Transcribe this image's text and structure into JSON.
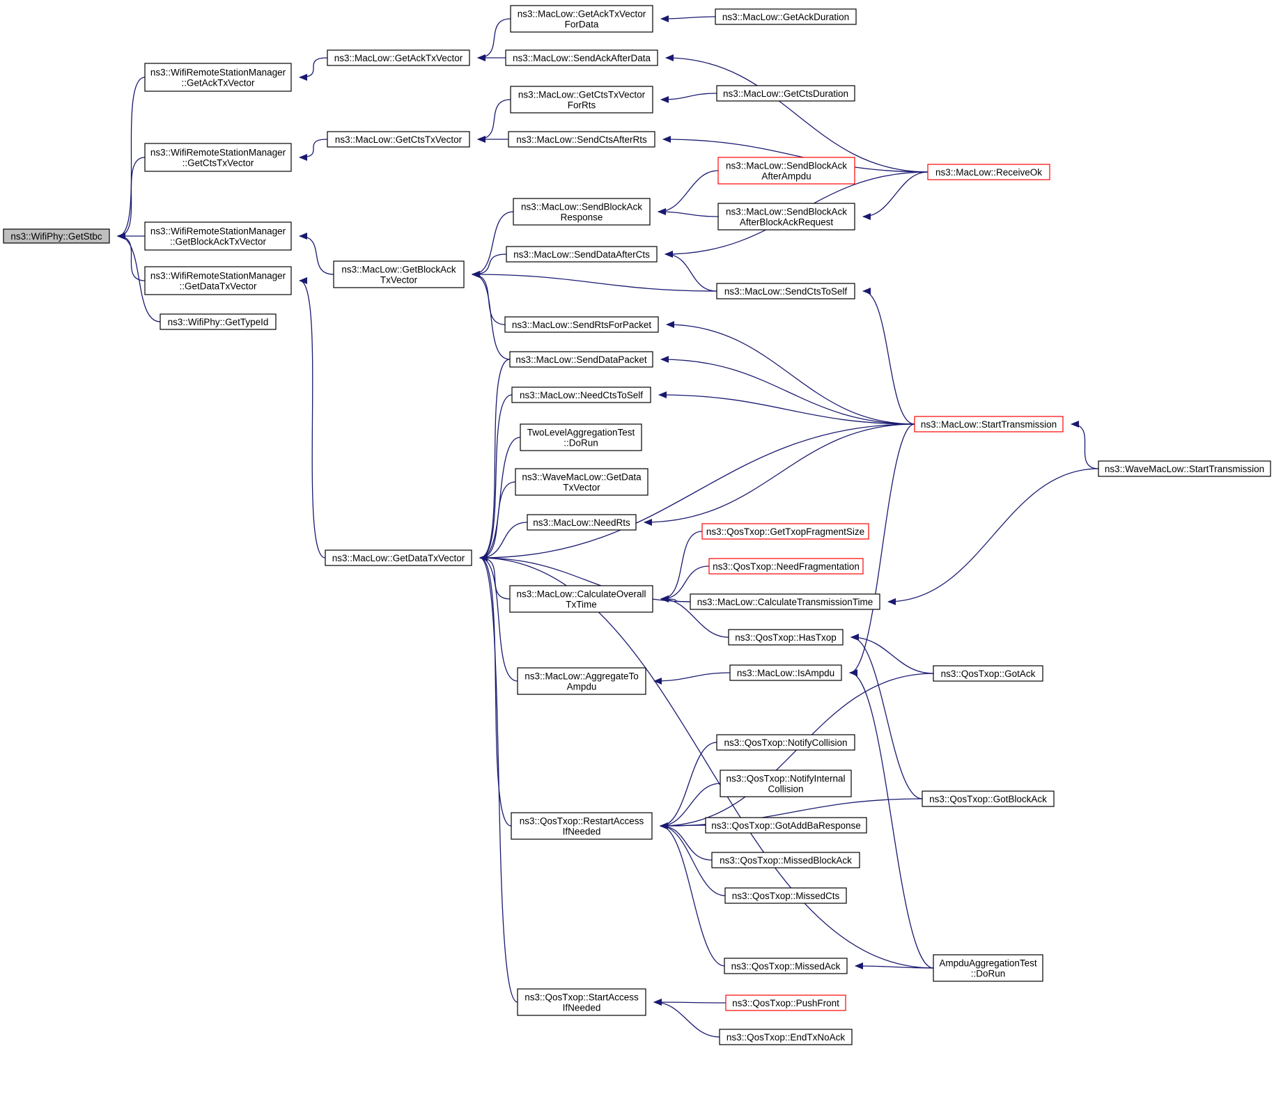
{
  "nodes": [
    {
      "id": "getstbc",
      "lines": [
        "ns3::WifiPhy::GetStbc"
      ],
      "root": true
    },
    {
      "id": "wrsm_getacktx",
      "lines": [
        "ns3::WifiRemoteStationManager",
        "::GetAckTxVector"
      ]
    },
    {
      "id": "wrsm_getctstx",
      "lines": [
        "ns3::WifiRemoteStationManager",
        "::GetCtsTxVector"
      ]
    },
    {
      "id": "wrsm_getbatx",
      "lines": [
        "ns3::WifiRemoteStationManager",
        "::GetBlockAckTxVector"
      ]
    },
    {
      "id": "wrsm_getdatatx",
      "lines": [
        "ns3::WifiRemoteStationManager",
        "::GetDataTxVector"
      ]
    },
    {
      "id": "wifiphy_gettypeid",
      "lines": [
        "ns3::WifiPhy::GetTypeId"
      ]
    },
    {
      "id": "ml_getacktx",
      "lines": [
        "ns3::MacLow::GetAckTxVector"
      ]
    },
    {
      "id": "ml_getctstx",
      "lines": [
        "ns3::MacLow::GetCtsTxVector"
      ]
    },
    {
      "id": "ml_getbatx",
      "lines": [
        "ns3::MacLow::GetBlockAck",
        "TxVector"
      ]
    },
    {
      "id": "ml_getdatatx",
      "lines": [
        "ns3::MacLow::GetDataTxVector"
      ]
    },
    {
      "id": "ml_getacktxfordata",
      "lines": [
        "ns3::MacLow::GetAckTxVector",
        "ForData"
      ]
    },
    {
      "id": "ml_sendackafterdata",
      "lines": [
        "ns3::MacLow::SendAckAfterData"
      ]
    },
    {
      "id": "ml_getctstxforrts",
      "lines": [
        "ns3::MacLow::GetCtsTxVector",
        "ForRts"
      ]
    },
    {
      "id": "ml_sendctsafterrts",
      "lines": [
        "ns3::MacLow::SendCtsAfterRts"
      ]
    },
    {
      "id": "ml_sendbaresponse",
      "lines": [
        "ns3::MacLow::SendBlockAck",
        "Response"
      ]
    },
    {
      "id": "ml_senddataaftercts",
      "lines": [
        "ns3::MacLow::SendDataAfterCts"
      ]
    },
    {
      "id": "ml_sendrtsforpacket",
      "lines": [
        "ns3::MacLow::SendRtsForPacket"
      ]
    },
    {
      "id": "ml_senddatapacket",
      "lines": [
        "ns3::MacLow::SendDataPacket"
      ]
    },
    {
      "id": "ml_needctstoself",
      "lines": [
        "ns3::MacLow::NeedCtsToSelf"
      ]
    },
    {
      "id": "tla_dorun",
      "lines": [
        "TwoLevelAggregationTest",
        "::DoRun"
      ]
    },
    {
      "id": "wml_getdatatx",
      "lines": [
        "ns3::WaveMacLow::GetData",
        "TxVector"
      ]
    },
    {
      "id": "ml_needrts",
      "lines": [
        "ns3::MacLow::NeedRts"
      ]
    },
    {
      "id": "ml_calcoverall",
      "lines": [
        "ns3::MacLow::CalculateOverall",
        "TxTime"
      ]
    },
    {
      "id": "ml_aggregatetoampdu",
      "lines": [
        "ns3::MacLow::AggregateTo",
        "Ampdu"
      ]
    },
    {
      "id": "qt_restartaccess",
      "lines": [
        "ns3::QosTxop::RestartAccess",
        "IfNeeded"
      ]
    },
    {
      "id": "qt_startaccess",
      "lines": [
        "ns3::QosTxop::StartAccess",
        "IfNeeded"
      ]
    },
    {
      "id": "ml_getackduration",
      "lines": [
        "ns3::MacLow::GetAckDuration"
      ]
    },
    {
      "id": "ml_getctsduration",
      "lines": [
        "ns3::MacLow::GetCtsDuration"
      ]
    },
    {
      "id": "ml_sendbaafterampdu",
      "lines": [
        "ns3::MacLow::SendBlockAck",
        "AfterAmpdu"
      ],
      "truncated": true
    },
    {
      "id": "ml_sendbaafterbar",
      "lines": [
        "ns3::MacLow::SendBlockAck",
        "AfterBlockAckRequest"
      ]
    },
    {
      "id": "ml_sendctstoself",
      "lines": [
        "ns3::MacLow::SendCtsToSelf"
      ]
    },
    {
      "id": "qt_gettxopfrag",
      "lines": [
        "ns3::QosTxop::GetTxopFragmentSize"
      ],
      "truncated": true
    },
    {
      "id": "qt_needfrag",
      "lines": [
        "ns3::QosTxop::NeedFragmentation"
      ],
      "truncated": true
    },
    {
      "id": "ml_calctranstime",
      "lines": [
        "ns3::MacLow::CalculateTransmissionTime"
      ]
    },
    {
      "id": "qt_hastxop",
      "lines": [
        "ns3::QosTxop::HasTxop"
      ]
    },
    {
      "id": "ml_isampdu",
      "lines": [
        "ns3::MacLow::IsAmpdu"
      ]
    },
    {
      "id": "qt_notifycollision",
      "lines": [
        "ns3::QosTxop::NotifyCollision"
      ]
    },
    {
      "id": "qt_notifyinternal",
      "lines": [
        "ns3::QosTxop::NotifyInternal",
        "Collision"
      ]
    },
    {
      "id": "qt_gotaddba",
      "lines": [
        "ns3::QosTxop::GotAddBaResponse"
      ]
    },
    {
      "id": "qt_missedblockack",
      "lines": [
        "ns3::QosTxop::MissedBlockAck"
      ]
    },
    {
      "id": "qt_missedcts",
      "lines": [
        "ns3::QosTxop::MissedCts"
      ]
    },
    {
      "id": "qt_missedack",
      "lines": [
        "ns3::QosTxop::MissedAck"
      ]
    },
    {
      "id": "qt_pushfront",
      "lines": [
        "ns3::QosTxop::PushFront"
      ],
      "truncated": true
    },
    {
      "id": "qt_endtxnoack",
      "lines": [
        "ns3::QosTxop::EndTxNoAck"
      ]
    },
    {
      "id": "ml_receiveok",
      "lines": [
        "ns3::MacLow::ReceiveOk"
      ],
      "truncated": true
    },
    {
      "id": "ml_starttx",
      "lines": [
        "ns3::MacLow::StartTransmission"
      ],
      "truncated": true
    },
    {
      "id": "qt_gotack",
      "lines": [
        "ns3::QosTxop::GotAck"
      ]
    },
    {
      "id": "qt_gotblockack",
      "lines": [
        "ns3::QosTxop::GotBlockAck"
      ]
    },
    {
      "id": "aat_dorun",
      "lines": [
        "AmpduAggregationTest",
        "::DoRun"
      ]
    },
    {
      "id": "wml_starttx",
      "lines": [
        "ns3::WaveMacLow::StartTransmission"
      ]
    }
  ],
  "edges": [
    [
      "getstbc",
      "wrsm_getacktx"
    ],
    [
      "getstbc",
      "wrsm_getctstx"
    ],
    [
      "getstbc",
      "wrsm_getbatx"
    ],
    [
      "getstbc",
      "wrsm_getdatatx"
    ],
    [
      "getstbc",
      "wifiphy_gettypeid"
    ],
    [
      "wrsm_getacktx",
      "ml_getacktx"
    ],
    [
      "wrsm_getctstx",
      "ml_getctstx"
    ],
    [
      "wrsm_getbatx",
      "ml_getbatx"
    ],
    [
      "wrsm_getdatatx",
      "ml_getdatatx"
    ],
    [
      "ml_getacktx",
      "ml_getacktxfordata"
    ],
    [
      "ml_getacktx",
      "ml_sendackafterdata"
    ],
    [
      "ml_getacktxfordata",
      "ml_getackduration"
    ],
    [
      "ml_sendackafterdata",
      "ml_receiveok"
    ],
    [
      "ml_getctstx",
      "ml_getctstxforrts"
    ],
    [
      "ml_getctstx",
      "ml_sendctsafterrts"
    ],
    [
      "ml_getctstxforrts",
      "ml_getctsduration"
    ],
    [
      "ml_sendctsafterrts",
      "ml_receiveok"
    ],
    [
      "ml_getbatx",
      "ml_sendbaresponse"
    ],
    [
      "ml_getbatx",
      "ml_senddataaftercts"
    ],
    [
      "ml_getbatx",
      "ml_sendctstoself"
    ],
    [
      "ml_getbatx",
      "ml_sendrtsforpacket"
    ],
    [
      "ml_getbatx",
      "ml_senddatapacket"
    ],
    [
      "ml_sendbaresponse",
      "ml_sendbaafterampdu"
    ],
    [
      "ml_sendbaresponse",
      "ml_sendbaafterbar"
    ],
    [
      "ml_sendbaafterbar",
      "ml_receiveok"
    ],
    [
      "ml_senddataaftercts",
      "ml_receiveok"
    ],
    [
      "ml_senddataaftercts",
      "ml_sendctstoself"
    ],
    [
      "ml_sendctstoself",
      "ml_starttx"
    ],
    [
      "ml_sendrtsforpacket",
      "ml_starttx"
    ],
    [
      "ml_senddatapacket",
      "ml_starttx"
    ],
    [
      "ml_needctstoself",
      "ml_starttx"
    ],
    [
      "ml_needrts",
      "ml_starttx"
    ],
    [
      "ml_getdatatx",
      "ml_starttx"
    ],
    [
      "ml_getdatatx",
      "ml_senddatapacket"
    ],
    [
      "ml_getdatatx",
      "ml_needctstoself"
    ],
    [
      "ml_getdatatx",
      "tla_dorun"
    ],
    [
      "ml_getdatatx",
      "wml_getdatatx"
    ],
    [
      "ml_getdatatx",
      "ml_needrts"
    ],
    [
      "ml_getdatatx",
      "ml_calcoverall"
    ],
    [
      "ml_getdatatx",
      "ml_calctranstime"
    ],
    [
      "ml_getdatatx",
      "ml_aggregatetoampdu"
    ],
    [
      "ml_getdatatx",
      "qt_restartaccess"
    ],
    [
      "ml_getdatatx",
      "qt_startaccess"
    ],
    [
      "ml_getdatatx",
      "aat_dorun"
    ],
    [
      "ml_calcoverall",
      "qt_gettxopfrag"
    ],
    [
      "ml_calcoverall",
      "qt_needfrag"
    ],
    [
      "ml_calcoverall",
      "ml_calctranstime"
    ],
    [
      "ml_calcoverall",
      "qt_hastxop"
    ],
    [
      "ml_calctranstime",
      "wml_starttx"
    ],
    [
      "ml_starttx",
      "wml_starttx"
    ],
    [
      "qt_hastxop",
      "qt_gotack"
    ],
    [
      "qt_hastxop",
      "qt_gotblockack"
    ],
    [
      "ml_aggregatetoampdu",
      "ml_isampdu"
    ],
    [
      "ml_isampdu",
      "ml_starttx"
    ],
    [
      "ml_isampdu",
      "aat_dorun"
    ],
    [
      "qt_restartaccess",
      "qt_gotack"
    ],
    [
      "qt_restartaccess",
      "qt_notifycollision"
    ],
    [
      "qt_restartaccess",
      "qt_notifyinternal"
    ],
    [
      "qt_restartaccess",
      "qt_gotaddba"
    ],
    [
      "qt_restartaccess",
      "qt_missedblockack"
    ],
    [
      "qt_restartaccess",
      "qt_missedcts"
    ],
    [
      "qt_restartaccess",
      "qt_gotblockack"
    ],
    [
      "qt_restartaccess",
      "qt_missedack"
    ],
    [
      "qt_missedack",
      "aat_dorun"
    ],
    [
      "qt_startaccess",
      "qt_pushfront"
    ],
    [
      "qt_startaccess",
      "qt_endtxnoack"
    ]
  ],
  "colors": {
    "edge": "#191970",
    "node_border": "#000000",
    "truncated_border": "#ff0000",
    "root_fill": "#bfbfbf",
    "background": "#ffffff"
  }
}
